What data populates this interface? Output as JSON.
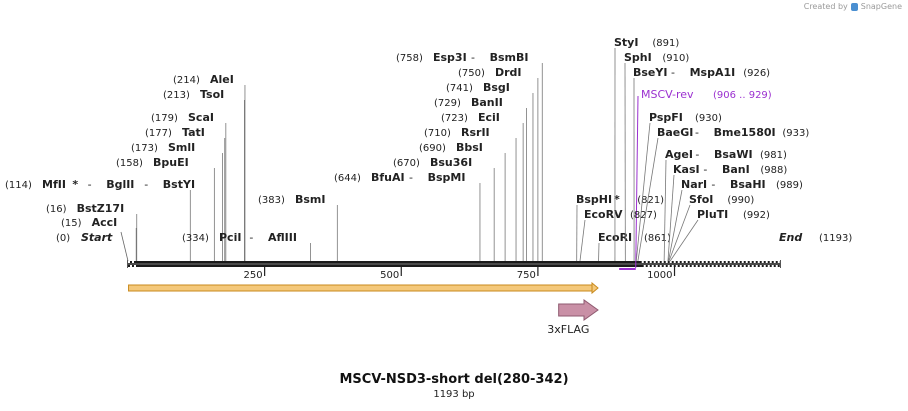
{
  "credit": {
    "text": "Created by",
    "brand": "SnapGene"
  },
  "map": {
    "title": "MSCV-NSD3-short del(280-342)",
    "length_label": "1193 bp",
    "ticks": [
      {
        "pos": 250,
        "label": "250"
      },
      {
        "pos": 500,
        "label": "500"
      },
      {
        "pos": 750,
        "label": "750"
      },
      {
        "pos": 1000,
        "label": "1000"
      }
    ],
    "endpoints": {
      "start": {
        "pos": 0,
        "name": "Start"
      },
      "end": {
        "pos": 1193,
        "name": "End"
      }
    },
    "sites": [
      {
        "pos": "15",
        "enzymes": [
          {
            "name": "AccI"
          }
        ]
      },
      {
        "pos": "16",
        "enzymes": [
          {
            "name": "BstZ17I"
          }
        ]
      },
      {
        "pos": "114",
        "enzymes": [
          {
            "name": "MfII",
            "mark": "*"
          },
          {
            "name": "BglII"
          },
          {
            "name": "BstYI"
          }
        ]
      },
      {
        "pos": "158",
        "enzymes": [
          {
            "name": "BpuEI"
          }
        ]
      },
      {
        "pos": "173",
        "enzymes": [
          {
            "name": "SmlI"
          }
        ]
      },
      {
        "pos": "177",
        "enzymes": [
          {
            "name": "TatI"
          }
        ]
      },
      {
        "pos": "179",
        "enzymes": [
          {
            "name": "ScaI"
          }
        ]
      },
      {
        "pos": "213",
        "enzymes": [
          {
            "name": "TsoI"
          }
        ]
      },
      {
        "pos": "214",
        "enzymes": [
          {
            "name": "AleI"
          }
        ]
      },
      {
        "pos": "334",
        "enzymes": [
          {
            "name": "PciI"
          },
          {
            "name": "AflIII"
          }
        ]
      },
      {
        "pos": "383",
        "enzymes": [
          {
            "name": "BsmI"
          }
        ]
      },
      {
        "pos": "644",
        "enzymes": [
          {
            "name": "BfuAI"
          },
          {
            "name": "BspMI"
          }
        ]
      },
      {
        "pos": "670",
        "enzymes": [
          {
            "name": "Bsu36I"
          }
        ]
      },
      {
        "pos": "690",
        "enzymes": [
          {
            "name": "BbsI"
          }
        ]
      },
      {
        "pos": "710",
        "enzymes": [
          {
            "name": "RsrII"
          }
        ]
      },
      {
        "pos": "723",
        "enzymes": [
          {
            "name": "EciI"
          }
        ]
      },
      {
        "pos": "729",
        "enzymes": [
          {
            "name": "BanII"
          }
        ]
      },
      {
        "pos": "741",
        "enzymes": [
          {
            "name": "BsgI"
          }
        ]
      },
      {
        "pos": "750",
        "enzymes": [
          {
            "name": "DrdI"
          }
        ]
      },
      {
        "pos": "758",
        "enzymes": [
          {
            "name": "Esp3I"
          },
          {
            "name": "BsmBI"
          }
        ]
      },
      {
        "pos": "821",
        "enzymes": [
          {
            "name": "BspHI",
            "mark": "*"
          }
        ]
      },
      {
        "pos": "827",
        "enzymes": [
          {
            "name": "EcoRV"
          }
        ]
      },
      {
        "pos": "861",
        "enzymes": [
          {
            "name": "EcoRI"
          }
        ]
      },
      {
        "pos": "891",
        "enzymes": [
          {
            "name": "StyI"
          }
        ]
      },
      {
        "pos": "910",
        "enzymes": [
          {
            "name": "SphI"
          }
        ]
      },
      {
        "pos": "926",
        "enzymes": [
          {
            "name": "BseYI"
          },
          {
            "name": "MspA1I"
          }
        ]
      },
      {
        "pos": "930",
        "enzymes": [
          {
            "name": "PspFI"
          }
        ]
      },
      {
        "pos": "933",
        "enzymes": [
          {
            "name": "BaeGI"
          },
          {
            "name": "Bme1580I"
          }
        ]
      },
      {
        "pos": "981",
        "enzymes": [
          {
            "name": "AgeI"
          },
          {
            "name": "BsaWI"
          }
        ]
      },
      {
        "pos": "988",
        "enzymes": [
          {
            "name": "KasI"
          },
          {
            "name": "BanI"
          }
        ]
      },
      {
        "pos": "989",
        "enzymes": [
          {
            "name": "NarI"
          },
          {
            "name": "BsaHI"
          }
        ]
      },
      {
        "pos": "990",
        "enzymes": [
          {
            "name": "SfoI"
          }
        ]
      },
      {
        "pos": "992",
        "enzymes": [
          {
            "name": "PluTI"
          }
        ]
      }
    ],
    "primer": {
      "name": "MSCV-rev",
      "range": "906 .. 929",
      "start": 906,
      "end": 929,
      "color": "#9b30d0"
    },
    "features": [
      {
        "name": "",
        "start": 1,
        "end": 860,
        "color": "#f4c87a",
        "edge": "#c98a1c",
        "kind": "bar"
      },
      {
        "name": "3xFLAG",
        "start": 788,
        "end": 860,
        "color": "#c990a6",
        "edge": "#8f5a70",
        "kind": "arrow"
      }
    ]
  }
}
